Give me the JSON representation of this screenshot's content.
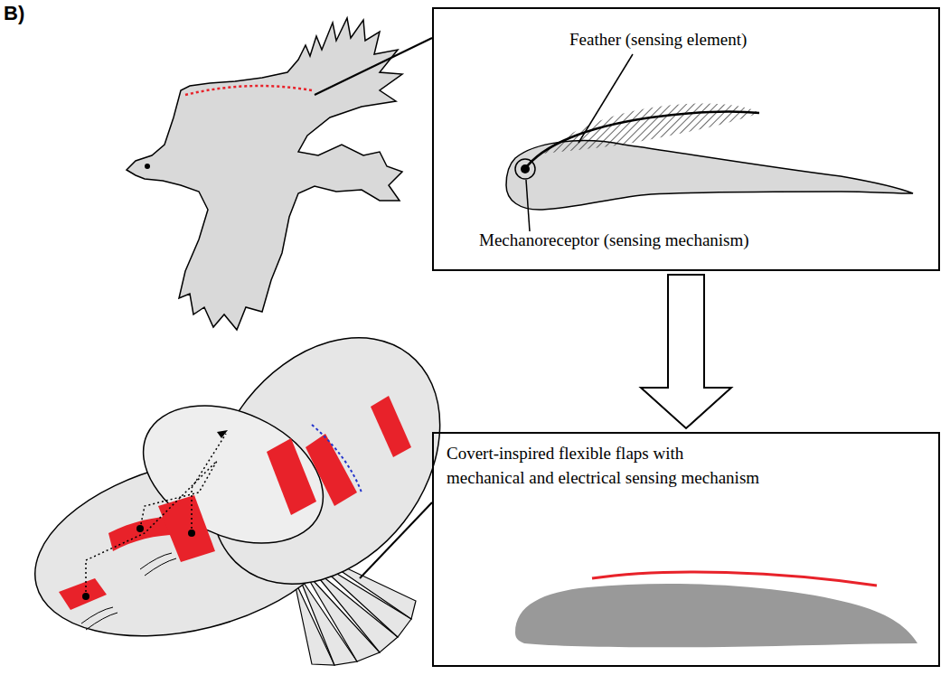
{
  "diagram": {
    "nodes": [
      {
        "text": [
          "Feather (sensing element)",
          "Mechanoreceptor (sensing mechanism)"
        ]
      },
      {
        "text": [
          "Covert-inspired flexible flaps with mechanical and electrical sensing mechanism"
        ]
      }
    ],
    "edges": [
      {
        "from": 0,
        "to": 1,
        "arrow": "to"
      }
    ],
    "labels": [
      "B)"
    ]
  }
}
